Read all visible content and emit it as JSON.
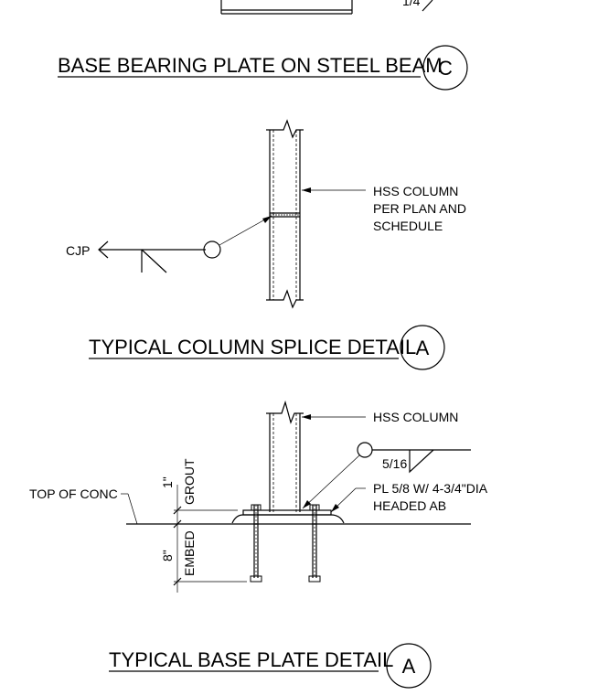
{
  "details": [
    {
      "title": "BASE BEARING PLATE ON STEEL BEAM",
      "tag": "C",
      "top_fragment": "1/4"
    },
    {
      "title": "TYPICAL COLUMN SPLICE DETAIL",
      "tag": "A",
      "notes": {
        "column_line1": "HSS COLUMN",
        "column_line2": "PER PLAN AND",
        "column_line3": "SCHEDULE",
        "weld": "CJP"
      }
    },
    {
      "title": "TYPICAL BASE PLATE DETAIL",
      "tag": "A",
      "notes": {
        "column": "HSS COLUMN",
        "weld_size": "5/16",
        "plate_line1": "PL 5/8 W/ 4-3/4\"DIA",
        "plate_line2": "HEADED AB",
        "top_of_conc": "TOP OF CONC",
        "grout_dim": "1\"",
        "grout": "GROUT",
        "embed_dim": "8\"",
        "embed": "EMBED"
      }
    }
  ]
}
